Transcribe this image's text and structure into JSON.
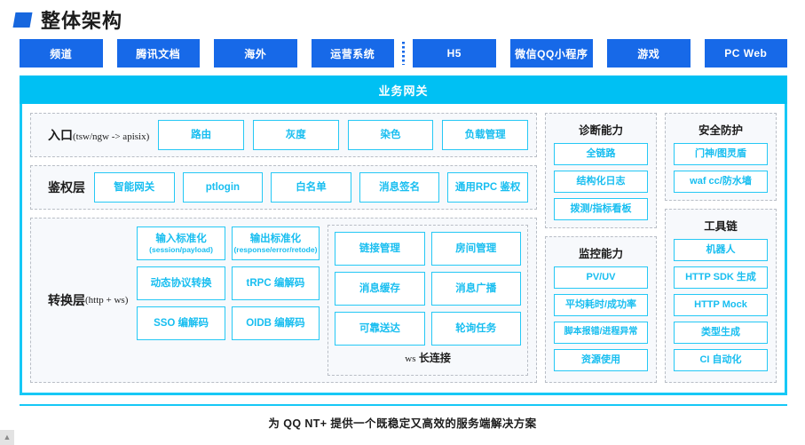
{
  "title": "整体架构",
  "platforms": {
    "left": [
      {
        "label": "频道",
        "width": 96
      },
      {
        "label": "腾讯文档",
        "width": 96
      },
      {
        "label": "海外",
        "width": 96
      },
      {
        "label": "运营系统",
        "width": 96
      }
    ],
    "right": [
      {
        "label": "H5",
        "width": 96
      },
      {
        "label": "微信QQ小程序",
        "width": 96
      },
      {
        "label": "游戏",
        "width": 96
      },
      {
        "label": "PC Web",
        "width": 96
      }
    ],
    "separator": "dotted-vertical-divider"
  },
  "gateway": {
    "label": "业务网关"
  },
  "entry_layer": {
    "label_main": "入口",
    "label_sub": "(tsw/ngw -> apisix)",
    "items": [
      "路由",
      "灰度",
      "染色",
      "负载管理"
    ]
  },
  "auth_layer": {
    "label_main": "鉴权层",
    "items": [
      "智能网关",
      "ptlogin",
      "白名单",
      "消息签名",
      "通用RPC 鉴权"
    ]
  },
  "transform_layer": {
    "label_main": "转换层",
    "label_sub": "(http + ws)",
    "items": [
      {
        "main": "输入标准化",
        "sub": "(session/payload)"
      },
      {
        "main": "输出标准化",
        "sub": "(response/error/retode)"
      },
      {
        "main": "动态协议转换",
        "sub": ""
      },
      {
        "main": "tRPC 编解码",
        "sub": ""
      },
      {
        "main": "SSO 编解码",
        "sub": ""
      },
      {
        "main": "OIDB 编解码",
        "sub": ""
      }
    ],
    "ws": {
      "items": [
        "链接管理",
        "房间管理",
        "消息缓存",
        "消息广播",
        "可靠送达",
        "轮询任务"
      ],
      "label_prefix": "ws",
      "label_main": "长连接"
    }
  },
  "panels": {
    "diagnostics": {
      "title": "诊断能力",
      "items": [
        "全链路",
        "结构化日志",
        "拨测/指标看板"
      ]
    },
    "monitoring": {
      "title": "监控能力",
      "items": [
        "PV/UV",
        "平均耗时/成功率",
        "脚本报错/进程异常",
        "资源使用"
      ]
    },
    "security": {
      "title": "安全防护",
      "items": [
        "门神/图灵盾",
        "waf cc/防水墙"
      ]
    },
    "toolchain": {
      "title": "工具链",
      "items": [
        "机器人",
        "HTTP SDK 生成",
        "HTTP Mock",
        "类型生成",
        "CI 自动化"
      ]
    }
  },
  "footer": {
    "caption": "为 QQ NT+ 提供一个既稳定又高效的服务端解决方案"
  },
  "colors": {
    "platform_blue": "#1769E8",
    "gateway_cyan": "#00C0F3",
    "accent_cyan": "#16C8F6",
    "box_cyan": "#25C8F5",
    "panel_bg": "#f7f9fc",
    "dashed_gray": "#b9bec6"
  }
}
